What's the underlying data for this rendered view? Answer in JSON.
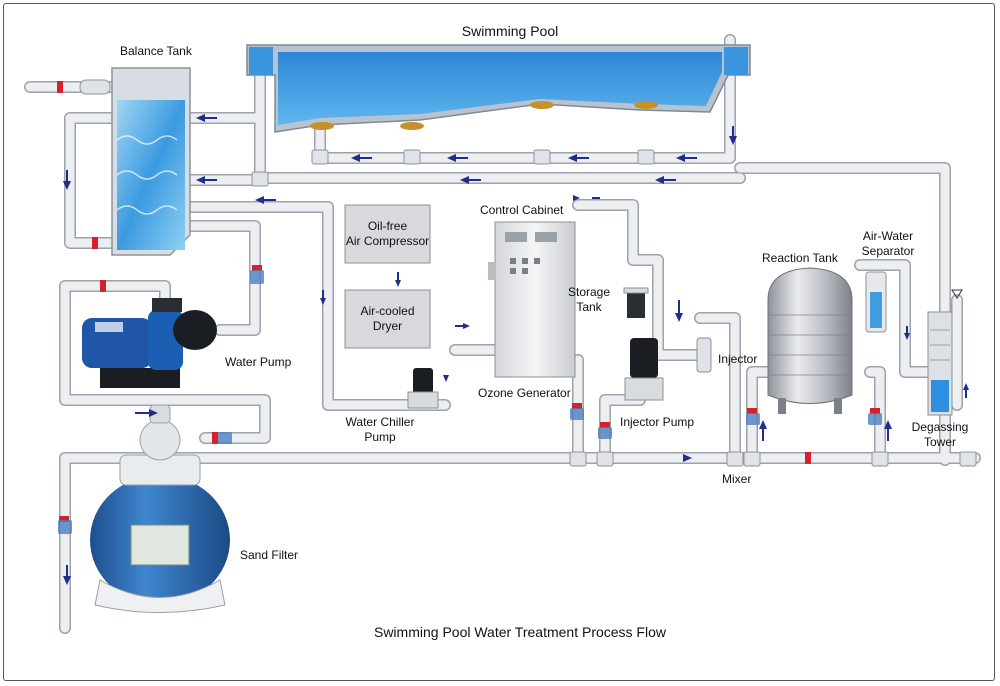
{
  "diagram": {
    "title": "Swimming Pool Water Treatment Process Flow",
    "components": {
      "swimming_pool": "Swimming Pool",
      "balance_tank": "Balance Tank",
      "water_pump": "Water Pump",
      "sand_filter": "Sand Filter",
      "air_compressor": "Oil-free\nAir Compressor",
      "air_dryer": "Air-cooled\nDryer",
      "control_cabinet": "Control Cabinet",
      "ozone_generator": "Ozone Generator",
      "water_chiller_pump": "Water Chiller\nPump",
      "storage_tank": "Storage\nTank",
      "injector_pump": "Injector Pump",
      "injector": "Injector",
      "mixer": "Mixer",
      "reaction_tank": "Reaction Tank",
      "air_water_separator": "Air-Water\nSeparator",
      "degassing_tower": "Degassing\nTower"
    },
    "colors": {
      "pipe": "#e6e8ec",
      "pipe_edge": "#9ea3ab",
      "arrow": "#1f2d8c",
      "valve": "#d6202a",
      "water": "#3f9de0",
      "filter_blue": "#2f6fb3"
    }
  }
}
